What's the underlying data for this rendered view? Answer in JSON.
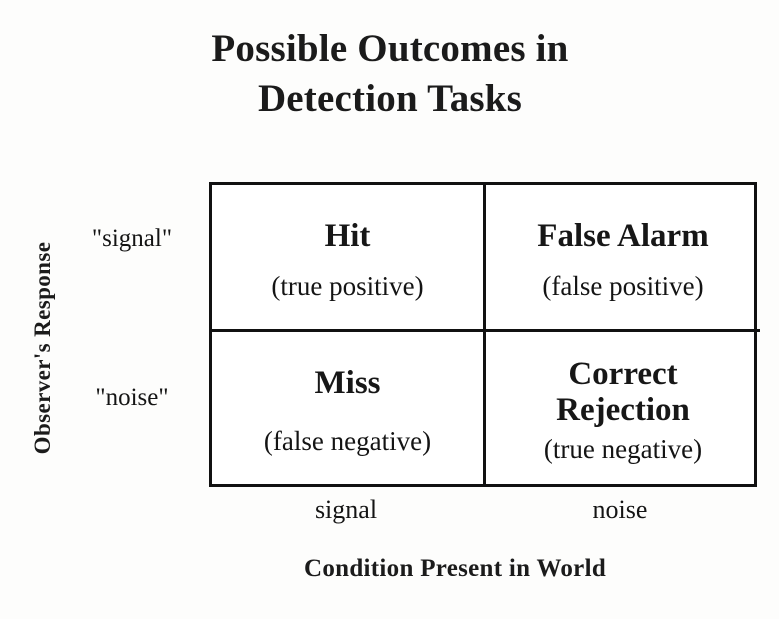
{
  "figure": {
    "title_lines": [
      "Possible Outcomes in",
      "Detection Tasks"
    ],
    "y_axis_label": "Observer's Response",
    "x_axis_label": "Condition Present in World"
  },
  "matrix": {
    "row_labels": [
      "\"signal\"",
      "\"noise\""
    ],
    "column_labels": [
      "signal",
      "noise"
    ],
    "cells": [
      {
        "id": "hit",
        "row": "\"signal\"",
        "column": "signal",
        "main": "Hit",
        "sub": "(true positive)"
      },
      {
        "id": "false-alarm",
        "row": "\"signal\"",
        "column": "noise",
        "main": "False Alarm",
        "sub": "(false positive)"
      },
      {
        "id": "miss",
        "row": "\"noise\"",
        "column": "signal",
        "main": "Miss",
        "sub": "(false negative)"
      },
      {
        "id": "correct-rejection",
        "row": "\"noise\"",
        "column": "noise",
        "main": "Correct Rejection",
        "sub": "(true negative)"
      }
    ]
  },
  "colors": {
    "background": "#fdfdfc",
    "ink": "#1a1a1a",
    "border": "#111111"
  }
}
